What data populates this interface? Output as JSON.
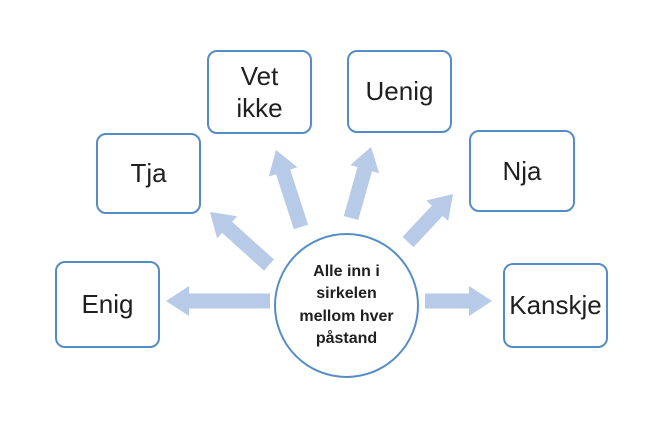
{
  "diagram": {
    "background_color": "#ffffff",
    "shape_border_color": "#558cc8",
    "arrow_fill_color": "#b7cae7",
    "text_color": "#1f1f1f",
    "center_circle": {
      "label": "Alle inn i sirkelen mellom hver påstand"
    },
    "boxes": [
      {
        "id": "vet-ikke",
        "label": "Vet ikke"
      },
      {
        "id": "uenig",
        "label": "Uenig"
      },
      {
        "id": "tja",
        "label": "Tja"
      },
      {
        "id": "nja",
        "label": "Nja"
      },
      {
        "id": "enig",
        "label": "Enig"
      },
      {
        "id": "kanskje",
        "label": "Kanskje"
      }
    ],
    "arrows": [
      {
        "from": "center-circle",
        "to": "tja"
      },
      {
        "from": "center-circle",
        "to": "vet-ikke"
      },
      {
        "from": "center-circle",
        "to": "uenig"
      },
      {
        "from": "center-circle",
        "to": "nja"
      },
      {
        "from": "center-circle",
        "to": "enig"
      },
      {
        "from": "center-circle",
        "to": "kanskje"
      }
    ]
  }
}
